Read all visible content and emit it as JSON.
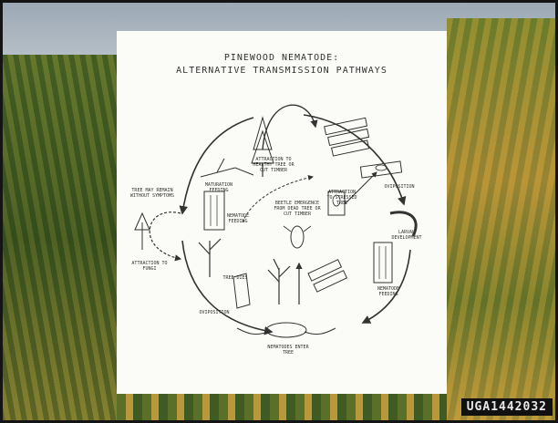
{
  "diagram": {
    "title_line_1": "PINEWOOD NEMATODE:",
    "title_line_2": "ALTERNATIVE TRANSMISSION PATHWAYS",
    "labels": {
      "attraction_healthy": "ATTRACTION TO HEALTHY TREE OR CUT TIMBER",
      "maturation_feeding": "MATURATION FEEDING",
      "oviposition_top": "OVIPOSITION",
      "larval_development": "LARVAL DEVELOPMENT",
      "nematode_feeding_right": "NEMATODE FEEDING",
      "attraction_stressed": "ATTRACTION TO STRESSED TREE",
      "beetle_emergence": "BEETLE EMERGENCE FROM DEAD TREE OR CUT TIMBER",
      "tree_dies": "TREE DIES",
      "oviposition_left": "OVIPOSITION",
      "nematode_feeding_left": "NEMATODE FEEDING",
      "attraction_fungi": "ATTRACTION TO FUNGI",
      "tree_may_remain": "TREE MAY REMAIN WITHOUT SYMPTOMS",
      "nematodes_into_tree": "NEMATODES ENTER TREE"
    }
  },
  "watermark": "UGA1442032"
}
